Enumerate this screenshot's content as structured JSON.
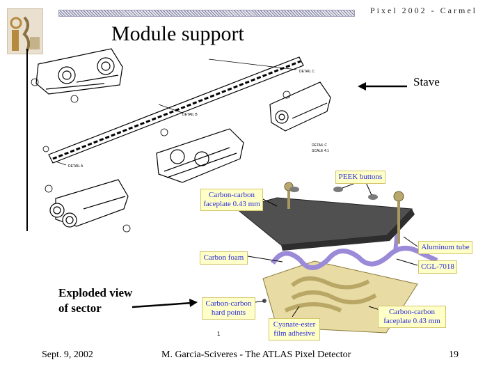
{
  "header": {
    "conference": "Pixel 2002 - Carmel"
  },
  "slide": {
    "title": "Module support",
    "stave_label": "Stave",
    "exploded_label_line1": "Exploded view",
    "exploded_label_line2": "of  sector"
  },
  "callouts": {
    "peek": "PEEK buttons",
    "faceplate_top": "Carbon-carbon faceplate 0.43 mm",
    "aluminum": "Aluminum tube",
    "cgl": "CGL-7018",
    "foam": "Carbon foam",
    "hard_points": "Carbon-carbon hard points",
    "cyanate": "Cyanate-ester film adhesive",
    "faceplate_bottom": "Carbon-carbon faceplate 0.43 mm"
  },
  "footer": {
    "date": "Sept. 9, 2002",
    "author": "M. Garcia-Sciveres  -  The ATLAS Pixel Detector",
    "page": "19"
  }
}
